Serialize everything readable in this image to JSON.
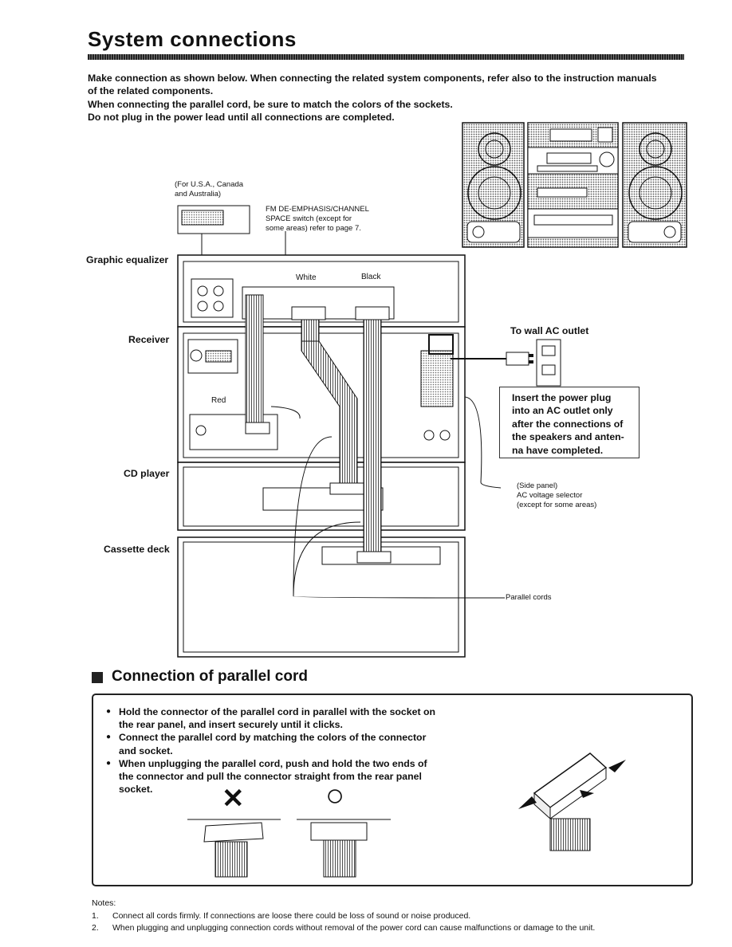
{
  "page": {
    "title": "System connections",
    "intro_lines": [
      "Make connection as shown below. When connecting the related system components, refer also to the instruction manuals",
      "of the related components.",
      "When connecting the parallel cord, be sure to match the colors of the sockets.",
      "Do not plug in the power lead until all connections are completed."
    ]
  },
  "diagram": {
    "labels": {
      "for_usa": "(For U.S.A., Canada",
      "for_usa_2": "and Australia)",
      "fm_deemph": "FM DE-EMPHASIS/CHANNEL",
      "fm_deemph_2": "SPACE switch (except for",
      "fm_deemph_3": "some areas) refer to page 7.",
      "graphic_equalizer": "Graphic equalizer",
      "receiver": "Receiver",
      "cd_player": "CD player",
      "cassette_deck": "Cassette deck",
      "white": "White",
      "black": "Black",
      "red": "Red",
      "to_wall": "To wall AC outlet",
      "side_panel": "(Side panel)",
      "ac_voltage": "AC voltage selector",
      "except_areas": "(except for some areas)",
      "parallel_cords": "Parallel cords"
    },
    "warning_box": [
      "Insert the power plug",
      "into an AC outlet only",
      "after the connections of",
      "the speakers and anten-",
      "na have completed."
    ]
  },
  "section": {
    "title": "Connection of parallel cord",
    "bullets": [
      "Hold the connector of the parallel cord in parallel with the socket on the rear panel, and insert securely until it clicks.",
      "Connect the parallel cord by matching the colors of the connector and socket.",
      "When unplugging the parallel cord, push and hold the two ends of the connector and pull the connector straight from the rear panel socket."
    ],
    "wrong_symbol": "✕",
    "right_symbol": "○"
  },
  "notes": {
    "heading": "Notes:",
    "items": [
      {
        "num": "1.",
        "text": "Connect all cords firmly. If connections are loose there could be loss of sound or noise produced."
      },
      {
        "num": "2.",
        "text": "When plugging and unplugging connection cords without removal of the power cord can cause malfunctions or damage to the unit."
      }
    ]
  }
}
